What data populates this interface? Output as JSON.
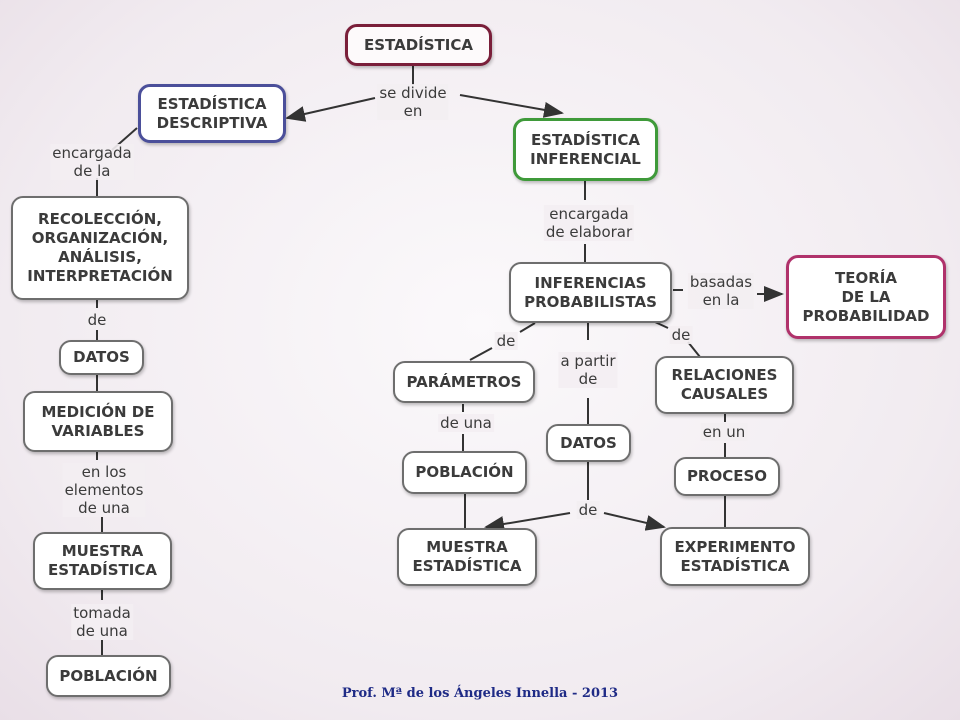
{
  "diagram": {
    "nodes": {
      "estadistica": "ESTADÍSTICA",
      "descriptiva": "ESTADÍSTICA\nDESCRIPTIVA",
      "inferencial": "ESTADÍSTICA\nINFERENCIAL",
      "recoleccion": "RECOLECCIÓN,\nORGANIZACIÓN,\nANÁLISIS,\nINTERPRETACIÓN",
      "datos_left": "DATOS",
      "medicion": "MEDICIÓN DE\nVARIABLES",
      "muestra_left": "MUESTRA\nESTADÍSTICA",
      "poblacion_left": "POBLACIÓN",
      "inferencias": "INFERENCIAS\nPROBABILISTAS",
      "teoria": "TEORÍA\nDE LA\nPROBABILIDAD",
      "parametros": "PARÁMETROS",
      "relaciones": "RELACIONES\nCAUSALES",
      "datos_mid": "DATOS",
      "poblacion_mid": "POBLACIÓN",
      "proceso": "PROCESO",
      "muestra_mid": "MUESTRA\nESTADÍSTICA",
      "experimento": "EXPERIMENTO\nESTADÍSTICA"
    },
    "labels": {
      "se_divide": "se divide\nen",
      "encargada_de_la": "encargada\nde la",
      "encargada_de_elaborar": "encargada\nde elaborar",
      "de_1": "de",
      "en_los": "en los\nelementos\nde una",
      "tomada": "tomada\nde una",
      "basadas": "basadas\nen la",
      "de_2": "de",
      "a_partir": "a partir\nde",
      "de_3": "de",
      "de_una": "de una",
      "en_un": "en un",
      "de_4": "de"
    }
  },
  "footer": {
    "credit": "Prof.  Mª de los Ángeles Innella - 2013"
  },
  "colors": {
    "main": "#7a1f3a",
    "descriptiva": "#4b4f9a",
    "inferencial": "#3f9a3a",
    "teoria": "#b0326b",
    "credit": "#1f2b86"
  }
}
